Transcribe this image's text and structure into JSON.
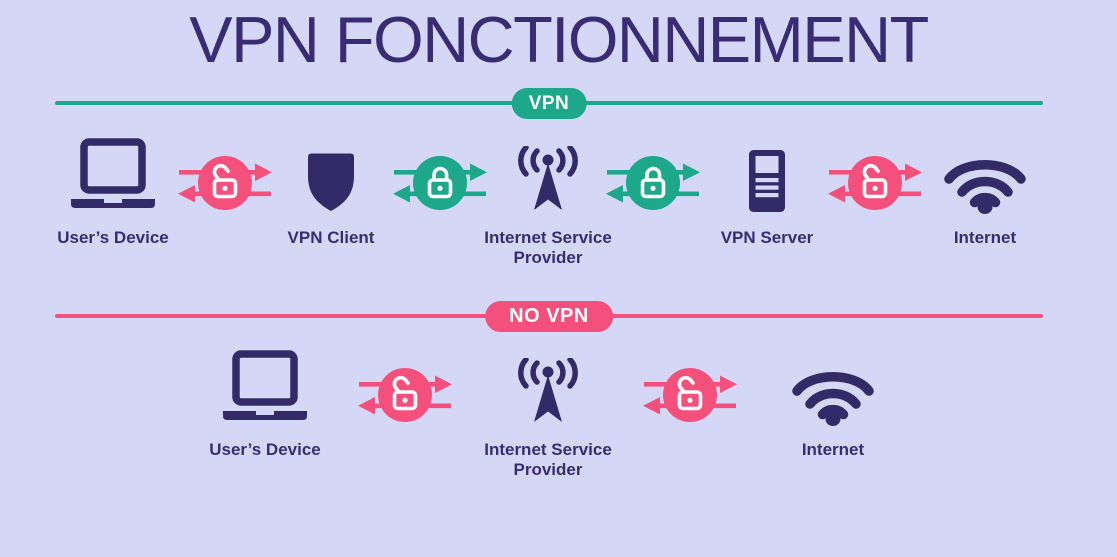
{
  "title": "VPN FONCTIONNEMENT",
  "colors": {
    "background": "#d4d8f6",
    "indigo": "#332a68",
    "title_text": "#392c74",
    "teal": "#1ea88b",
    "pink": "#f5507c",
    "lock_glyph": "#ffffff"
  },
  "vpn_section": {
    "badge": "VPN",
    "nodes": [
      {
        "label": "User’s Device",
        "icon": "laptop-icon"
      },
      {
        "label": "VPN Client",
        "icon": "shield-icon"
      },
      {
        "label": "Internet Service Provider",
        "icon": "antenna-icon"
      },
      {
        "label": "VPN Server",
        "icon": "server-icon"
      },
      {
        "label": "Internet",
        "icon": "wifi-icon"
      }
    ],
    "connectors": [
      {
        "lock": "open",
        "color": "pink"
      },
      {
        "lock": "closed",
        "color": "teal"
      },
      {
        "lock": "closed",
        "color": "teal"
      },
      {
        "lock": "open",
        "color": "pink"
      }
    ]
  },
  "no_vpn_section": {
    "badge": "NO VPN",
    "nodes": [
      {
        "label": "User’s Device",
        "icon": "laptop-icon"
      },
      {
        "label": "Internet Service Provider",
        "icon": "antenna-icon"
      },
      {
        "label": "Internet",
        "icon": "wifi-icon"
      }
    ],
    "connectors": [
      {
        "lock": "open",
        "color": "pink"
      },
      {
        "lock": "open",
        "color": "pink"
      }
    ]
  }
}
